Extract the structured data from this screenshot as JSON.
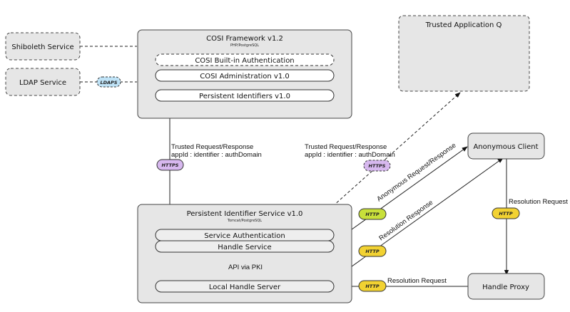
{
  "nodes": {
    "shibboleth": "Shiboleth Service",
    "ldap": "LDAP Service",
    "cosi": {
      "title": "COSI Framework v1.2",
      "subtitle": "PHP/PostgreSQL",
      "modules": [
        "COSI Built-in Authentication",
        "COSI Administration v1.0",
        "Persistent Identifiers v1.0"
      ]
    },
    "trusted_app": "Trusted Application Q",
    "anonymous_client": "Anonymous Client",
    "handle_proxy": "Handle Proxy",
    "pis": {
      "title": "Persistent Identifier Service v1.0",
      "subtitle": "Tomcat/PostgreSQL",
      "modules": [
        "Service Authentication",
        "Handle Service",
        "Local Handle Server"
      ]
    }
  },
  "edges": {
    "trusted1": {
      "line1": "Trusted Request/Response",
      "line2": "appId : identifier : authDomain"
    },
    "trusted2": {
      "line1": "Trusted Request/Response",
      "line2": "appId : identifier : authDomain"
    },
    "anonymous": "Anonymous Request/Response",
    "resolution_response": "Resolution Response",
    "resolution_request_vertical": "Resolution Request",
    "resolution_request_horizontal": "Resolution Request",
    "api": "API via PKI"
  },
  "badges": {
    "ldaps": "LDAPS",
    "https1": "HTTPS",
    "https2": "HTTPS",
    "http_anon": "HTTP",
    "http_resp": "HTTP",
    "http_req_v": "HTTP",
    "http_req_h": "HTTP"
  },
  "colors": {
    "ldaps": "#bfe3f7",
    "https": "#d7b8ef",
    "http_green": "#c8e03a",
    "http_yellow": "#f2d232"
  }
}
